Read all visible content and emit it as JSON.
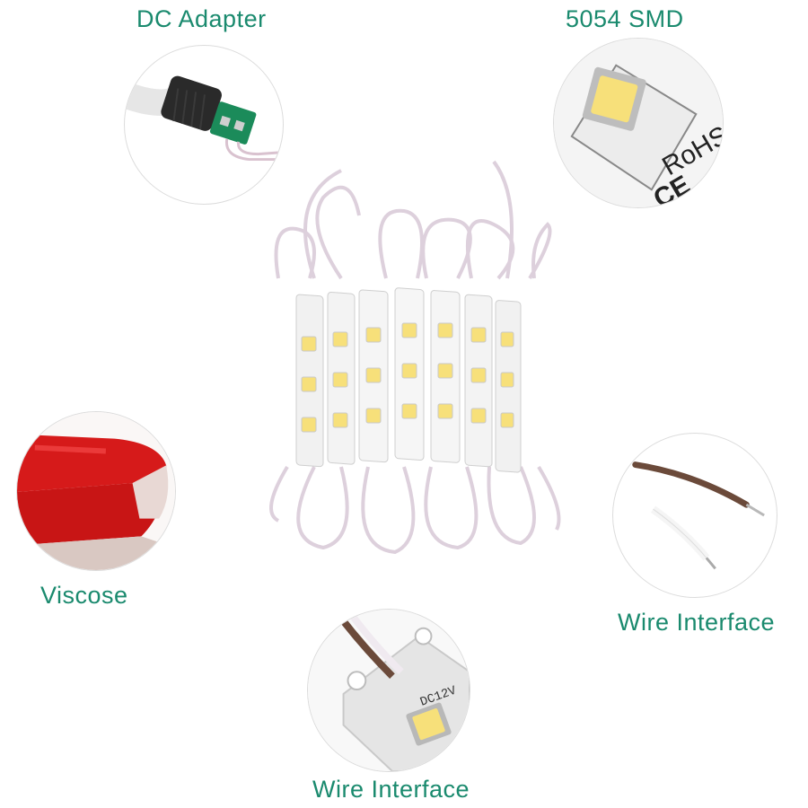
{
  "labels": {
    "dc_adapter": "DC Adapter",
    "smd": "5054 SMD",
    "viscose": "Viscose",
    "wire_interface_right": "Wire Interface",
    "wire_interface_bottom": "Wire Interface"
  },
  "chip_marks": {
    "rohs": "RoHS",
    "ce": "CE",
    "voltage": "DC12V"
  },
  "colors": {
    "label_text": "#1a8a6e",
    "led_yellow": "#f7e07a",
    "adhesive_red": "#d61a1a",
    "wire_brown": "#6b4a3a"
  }
}
